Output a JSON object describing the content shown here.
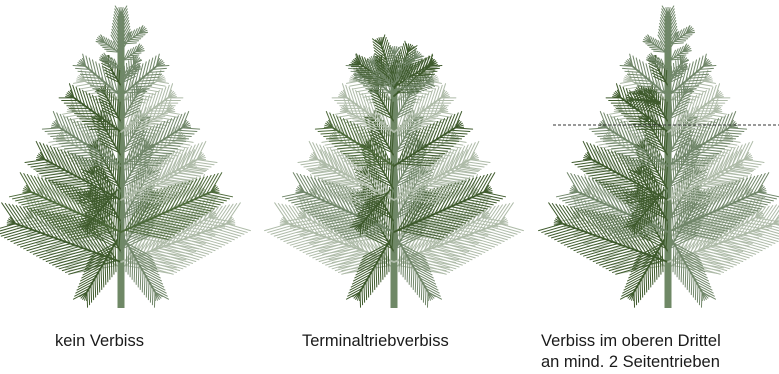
{
  "panels": [
    {
      "id": "kein-verbiss",
      "caption_lines": [
        "kein Verbiss"
      ]
    },
    {
      "id": "terminaltriebverbiss",
      "caption_lines": [
        "Terminaltriebverbiss"
      ]
    },
    {
      "id": "verbiss-oberes-drittel",
      "caption_lines": [
        "Verbiss im oberen Drittel",
        "an mind. 2 Seitentrieben"
      ]
    }
  ],
  "colors": {
    "dark": "#3e5a2c",
    "mid": "#71876a",
    "light": "#aebba8",
    "stem": "#6f8866",
    "cut_line": "#333333"
  }
}
